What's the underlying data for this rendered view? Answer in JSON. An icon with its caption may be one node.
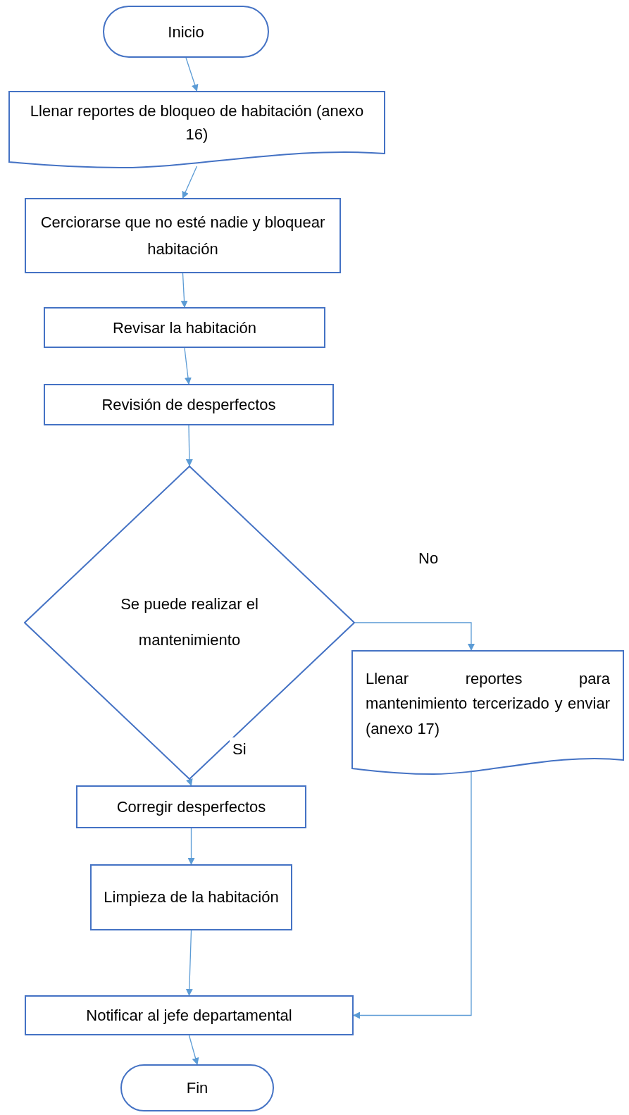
{
  "diagram": {
    "nodes": [
      {
        "text": [
          "Inicio"
        ]
      },
      {
        "text": [
          "Llenar reportes de bloqueo de habitación (anexo 16)"
        ]
      },
      {
        "text": [
          "Cerciorarse que no esté nadie y bloquear habitación"
        ]
      },
      {
        "text": [
          "Revisar la habitación"
        ]
      },
      {
        "text": [
          "Revisión de desperfectos"
        ]
      },
      {
        "text": [
          "Se puede realizar el mantenimiento"
        ]
      },
      {
        "text": [
          "Llenar reportes para mantenimiento tercerizado y enviar (anexo 17)"
        ]
      },
      {
        "text": [
          "Corregir desperfectos"
        ]
      },
      {
        "text": [
          "Limpieza de la habitación"
        ]
      },
      {
        "text": [
          "Notificar al jefe departamental"
        ]
      },
      {
        "text": [
          "Fin"
        ]
      }
    ],
    "edges": [
      {
        "from": 0,
        "to": 1,
        "arrow": "to"
      },
      {
        "from": 1,
        "to": 2,
        "arrow": "to"
      },
      {
        "from": 2,
        "to": 3,
        "arrow": "to"
      },
      {
        "from": 3,
        "to": 4,
        "arrow": "to"
      },
      {
        "from": 4,
        "to": 5,
        "arrow": "to"
      },
      {
        "from": 5,
        "to": 6,
        "arrow": "to",
        "label": "No"
      },
      {
        "from": 5,
        "to": 7,
        "arrow": "to",
        "label": "Si"
      },
      {
        "from": 7,
        "to": 8,
        "arrow": "to"
      },
      {
        "from": 8,
        "to": 9,
        "arrow": "to"
      },
      {
        "from": 6,
        "to": 9,
        "arrow": "to"
      },
      {
        "from": 9,
        "to": 10,
        "arrow": "to"
      }
    ]
  }
}
